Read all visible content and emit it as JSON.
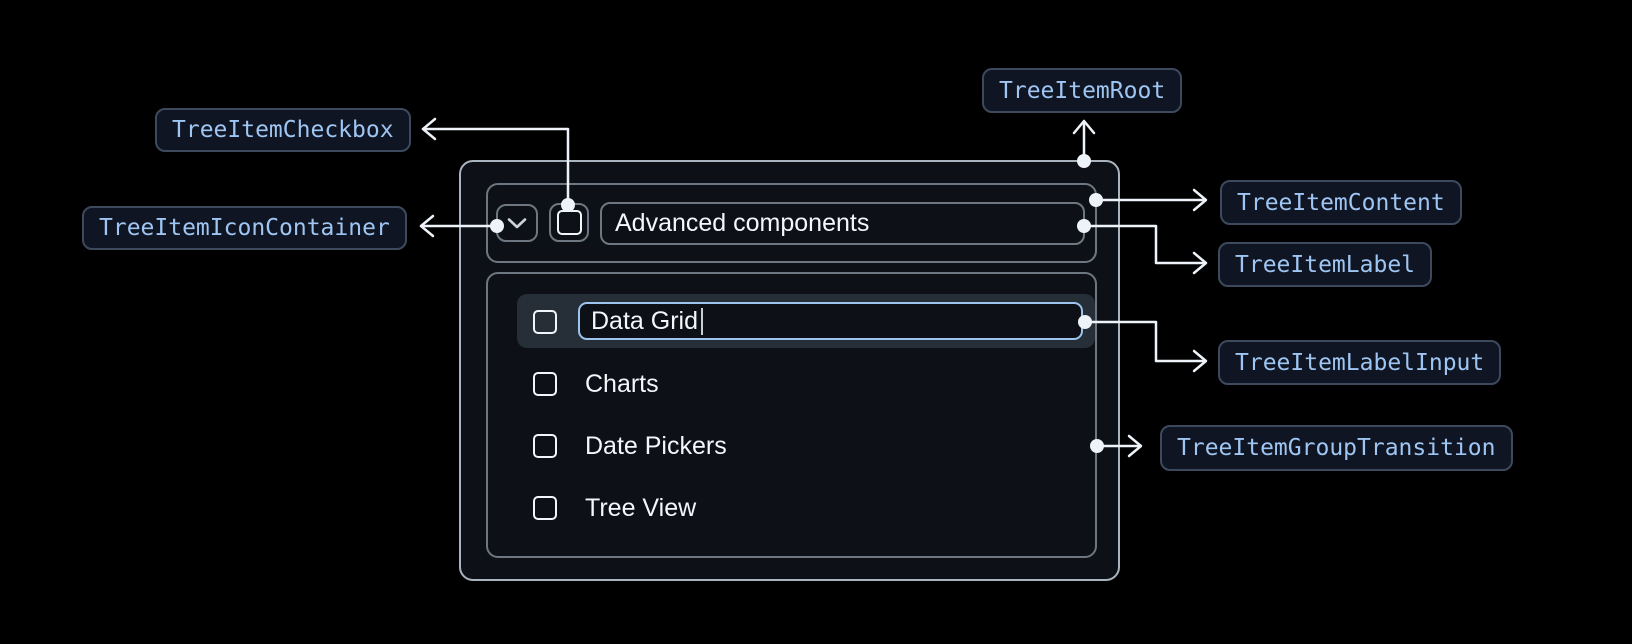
{
  "diagram": {
    "annotations": {
      "root": "TreeItemRoot",
      "checkbox": "TreeItemCheckbox",
      "icon_container": "TreeItemIconContainer",
      "content": "TreeItemContent",
      "label": "TreeItemLabel",
      "label_input": "TreeItemLabelInput",
      "group_transition": "TreeItemGroupTransition"
    },
    "colors": {
      "annotation_text": "#9fc5f3",
      "annotation_border": "#3d4a5e",
      "annotation_bg": "#0f1522",
      "connector": "#eef3f9",
      "panel_border": "#a9b4bf",
      "inner_border": "#6e7781",
      "panel_bg": "#0d1117",
      "selected_row_bg": "#262e37",
      "input_focus_border": "#9cc4ee",
      "text": "#f4f7f9"
    }
  },
  "tree": {
    "parent": {
      "label": "Advanced components",
      "expand_icon": "chevron-down-icon",
      "checkbox_checked": false
    },
    "items": [
      {
        "label": "Data Grid",
        "state": "editing",
        "checked": false
      },
      {
        "label": "Charts",
        "state": "default",
        "checked": false
      },
      {
        "label": "Date Pickers",
        "state": "default",
        "checked": false
      },
      {
        "label": "Tree View",
        "state": "default",
        "checked": false
      }
    ],
    "editing": {
      "value": "Data Grid"
    }
  }
}
